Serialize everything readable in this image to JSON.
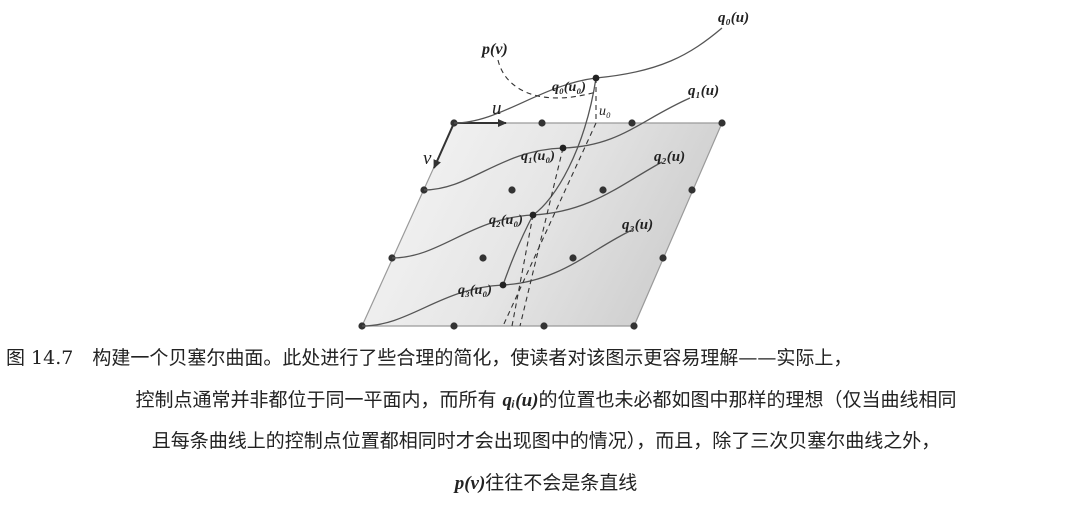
{
  "figure": {
    "labels": {
      "q0u": "q₀(u)",
      "q1u": "q₁(u)",
      "q2u": "q₂(u)",
      "q3u": "q₃(u)",
      "q0u0": "q₀(u₀)",
      "q1u0": "q₁(u₀)",
      "q2u0": "q₂(u₀)",
      "q3u0": "q₃(u₀)",
      "pv": "p(v)",
      "u": "u",
      "v": "v",
      "u0": "u₀"
    }
  },
  "caption": {
    "line1": "图 14.7　构建一个贝塞尔曲面。此处进行了些合理的简化，使读者对该图示更容易理解——实际上，",
    "line2_pre": "控制点通常并非都位于同一平面内，而所有 ",
    "line2_var": "qᵢ(u)",
    "line2_post": "的位置也未必都如图中那样的理想（仅当曲线相同",
    "line3": "且每条曲线上的控制点位置都相同时才会出现图中的情况），而且，除了三次贝塞尔曲线之外，",
    "line4_var": "p(v)",
    "line4_post": "往往不会是条直线"
  }
}
